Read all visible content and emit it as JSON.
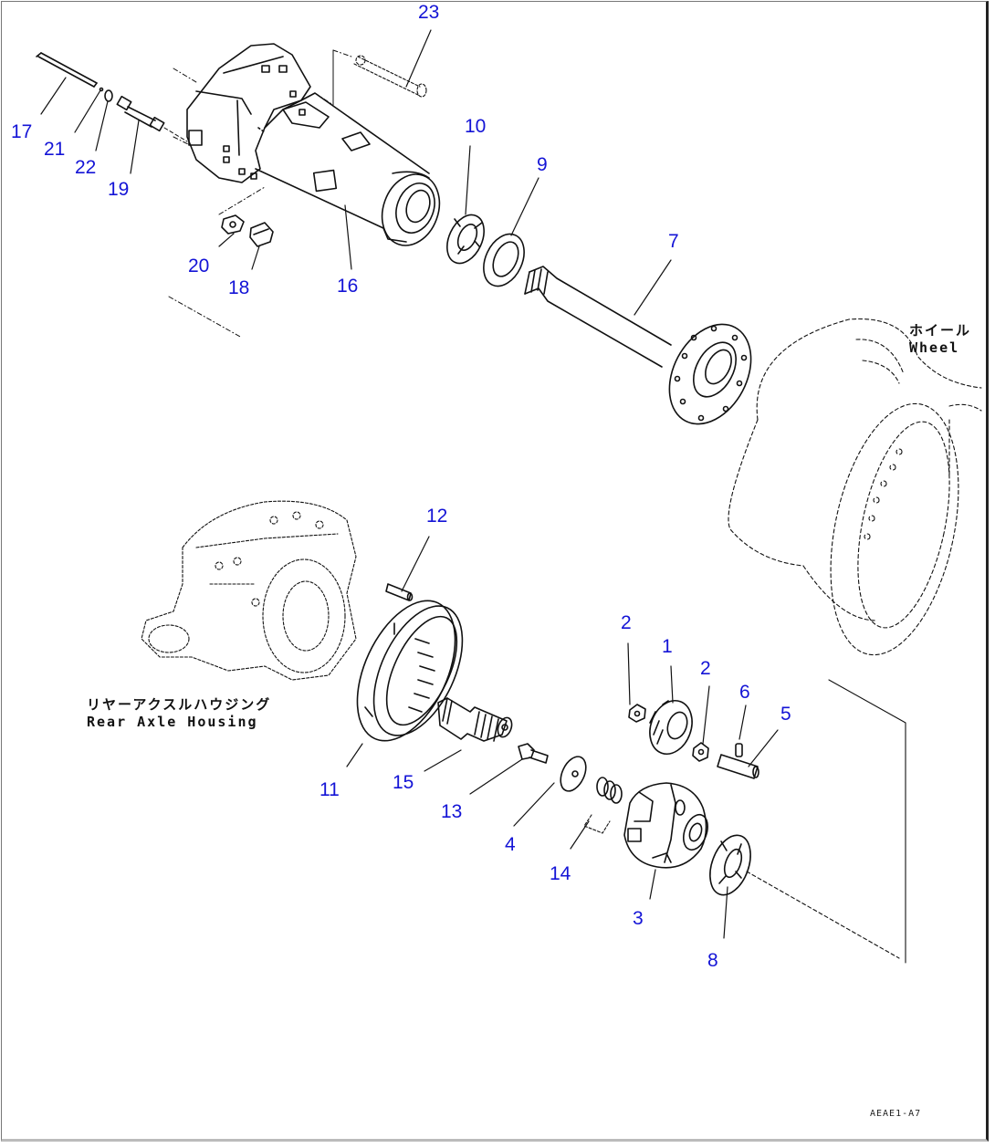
{
  "diagram": {
    "type": "exploded parts diagram",
    "subject": "Rear axle housing / final drive",
    "drawing_number": "AEAE1-A7",
    "captions": {
      "wheel": {
        "jp": "ホイール",
        "en": "Wheel"
      },
      "rear_axle_housing": {
        "jp": "リヤーアクスルハウジング",
        "en": "Rear Axle Housing"
      }
    },
    "callout_color": "#1414d6",
    "callouts": [
      {
        "id": "c23",
        "label": "23"
      },
      {
        "id": "c17",
        "label": "17"
      },
      {
        "id": "c21",
        "label": "21"
      },
      {
        "id": "c22",
        "label": "22"
      },
      {
        "id": "c19",
        "label": "19"
      },
      {
        "id": "c10",
        "label": "10"
      },
      {
        "id": "c9",
        "label": "9"
      },
      {
        "id": "c7",
        "label": "7"
      },
      {
        "id": "c20",
        "label": "20"
      },
      {
        "id": "c18",
        "label": "18"
      },
      {
        "id": "c16",
        "label": "16"
      },
      {
        "id": "c12",
        "label": "12"
      },
      {
        "id": "c2a",
        "label": "2"
      },
      {
        "id": "c1",
        "label": "1"
      },
      {
        "id": "c2b",
        "label": "2"
      },
      {
        "id": "c6",
        "label": "6"
      },
      {
        "id": "c5",
        "label": "5"
      },
      {
        "id": "c11",
        "label": "11"
      },
      {
        "id": "c15",
        "label": "15"
      },
      {
        "id": "c13",
        "label": "13"
      },
      {
        "id": "c4",
        "label": "4"
      },
      {
        "id": "c14",
        "label": "14"
      },
      {
        "id": "c3",
        "label": "3"
      },
      {
        "id": "c8",
        "label": "8"
      }
    ]
  }
}
